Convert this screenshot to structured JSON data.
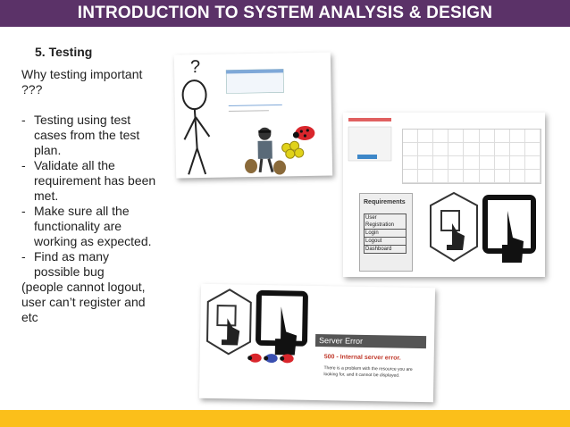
{
  "slide": {
    "title": "INTRODUCTION TO SYSTEM ANALYSIS & DESIGN",
    "section_heading": "5. Testing",
    "intro_text": "Why testing important ???",
    "bullets": [
      "Testing using test cases from the test plan.",
      "Validate all the requirement has been met.",
      "Make sure all the functionality are working as expected.",
      "Find as many possible bug"
    ],
    "closing_text": "(people cannot logout, user can’t register and etc"
  },
  "images": {
    "stick_figure": {
      "glyph": "?"
    },
    "requirements_doc": {
      "title": "Requirements",
      "items": [
        "User Registration",
        "Login",
        "Logout",
        "Dashboard"
      ]
    },
    "server_error": {
      "header": "Server Error",
      "code_line": "500 - Internal server error.",
      "message": "There is a problem with the resource you are looking for, and it cannot be displayed."
    }
  },
  "colors": {
    "title_bar": "#5b3268",
    "footer_bar": "#fbbf1a",
    "bug_red": "#d9262c",
    "bug_blue": "#3a4fb0",
    "coin_yellow": "#e0d21a"
  }
}
